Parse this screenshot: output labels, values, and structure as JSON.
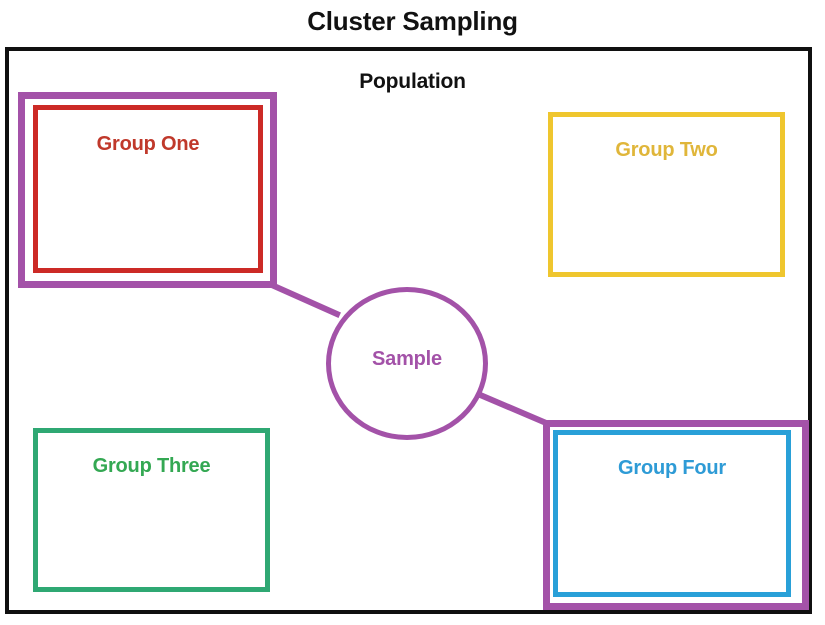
{
  "title": "Cluster Sampling",
  "population": {
    "label": "Population"
  },
  "sample": {
    "label": "Sample"
  },
  "groups": [
    {
      "id": "group-one",
      "label": "Group One",
      "color": "#C0392B",
      "border_color": "#CC2A26",
      "selected": true,
      "selection_color": "#A352A8"
    },
    {
      "id": "group-two",
      "label": "Group Two",
      "color": "#E0B63A",
      "border_color": "#EFC62E",
      "selected": false,
      "selection_color": ""
    },
    {
      "id": "group-three",
      "label": "Group Three",
      "color": "#34A853",
      "border_color": "#2FA873",
      "selected": false,
      "selection_color": ""
    },
    {
      "id": "group-four",
      "label": "Group Four",
      "color": "#2E9BD6",
      "border_color": "#29A0D8",
      "selected": true,
      "selection_color": "#A352A8"
    }
  ],
  "colors": {
    "frame": "#101010",
    "title_text": "#111111",
    "sample_accent": "#A352A8",
    "background": "#FFFFFF"
  },
  "connectors": [
    {
      "name": "group-one-to-sample",
      "from": "group-one",
      "to": "sample"
    },
    {
      "name": "sample-to-group-four",
      "from": "sample",
      "to": "group-four"
    }
  ]
}
